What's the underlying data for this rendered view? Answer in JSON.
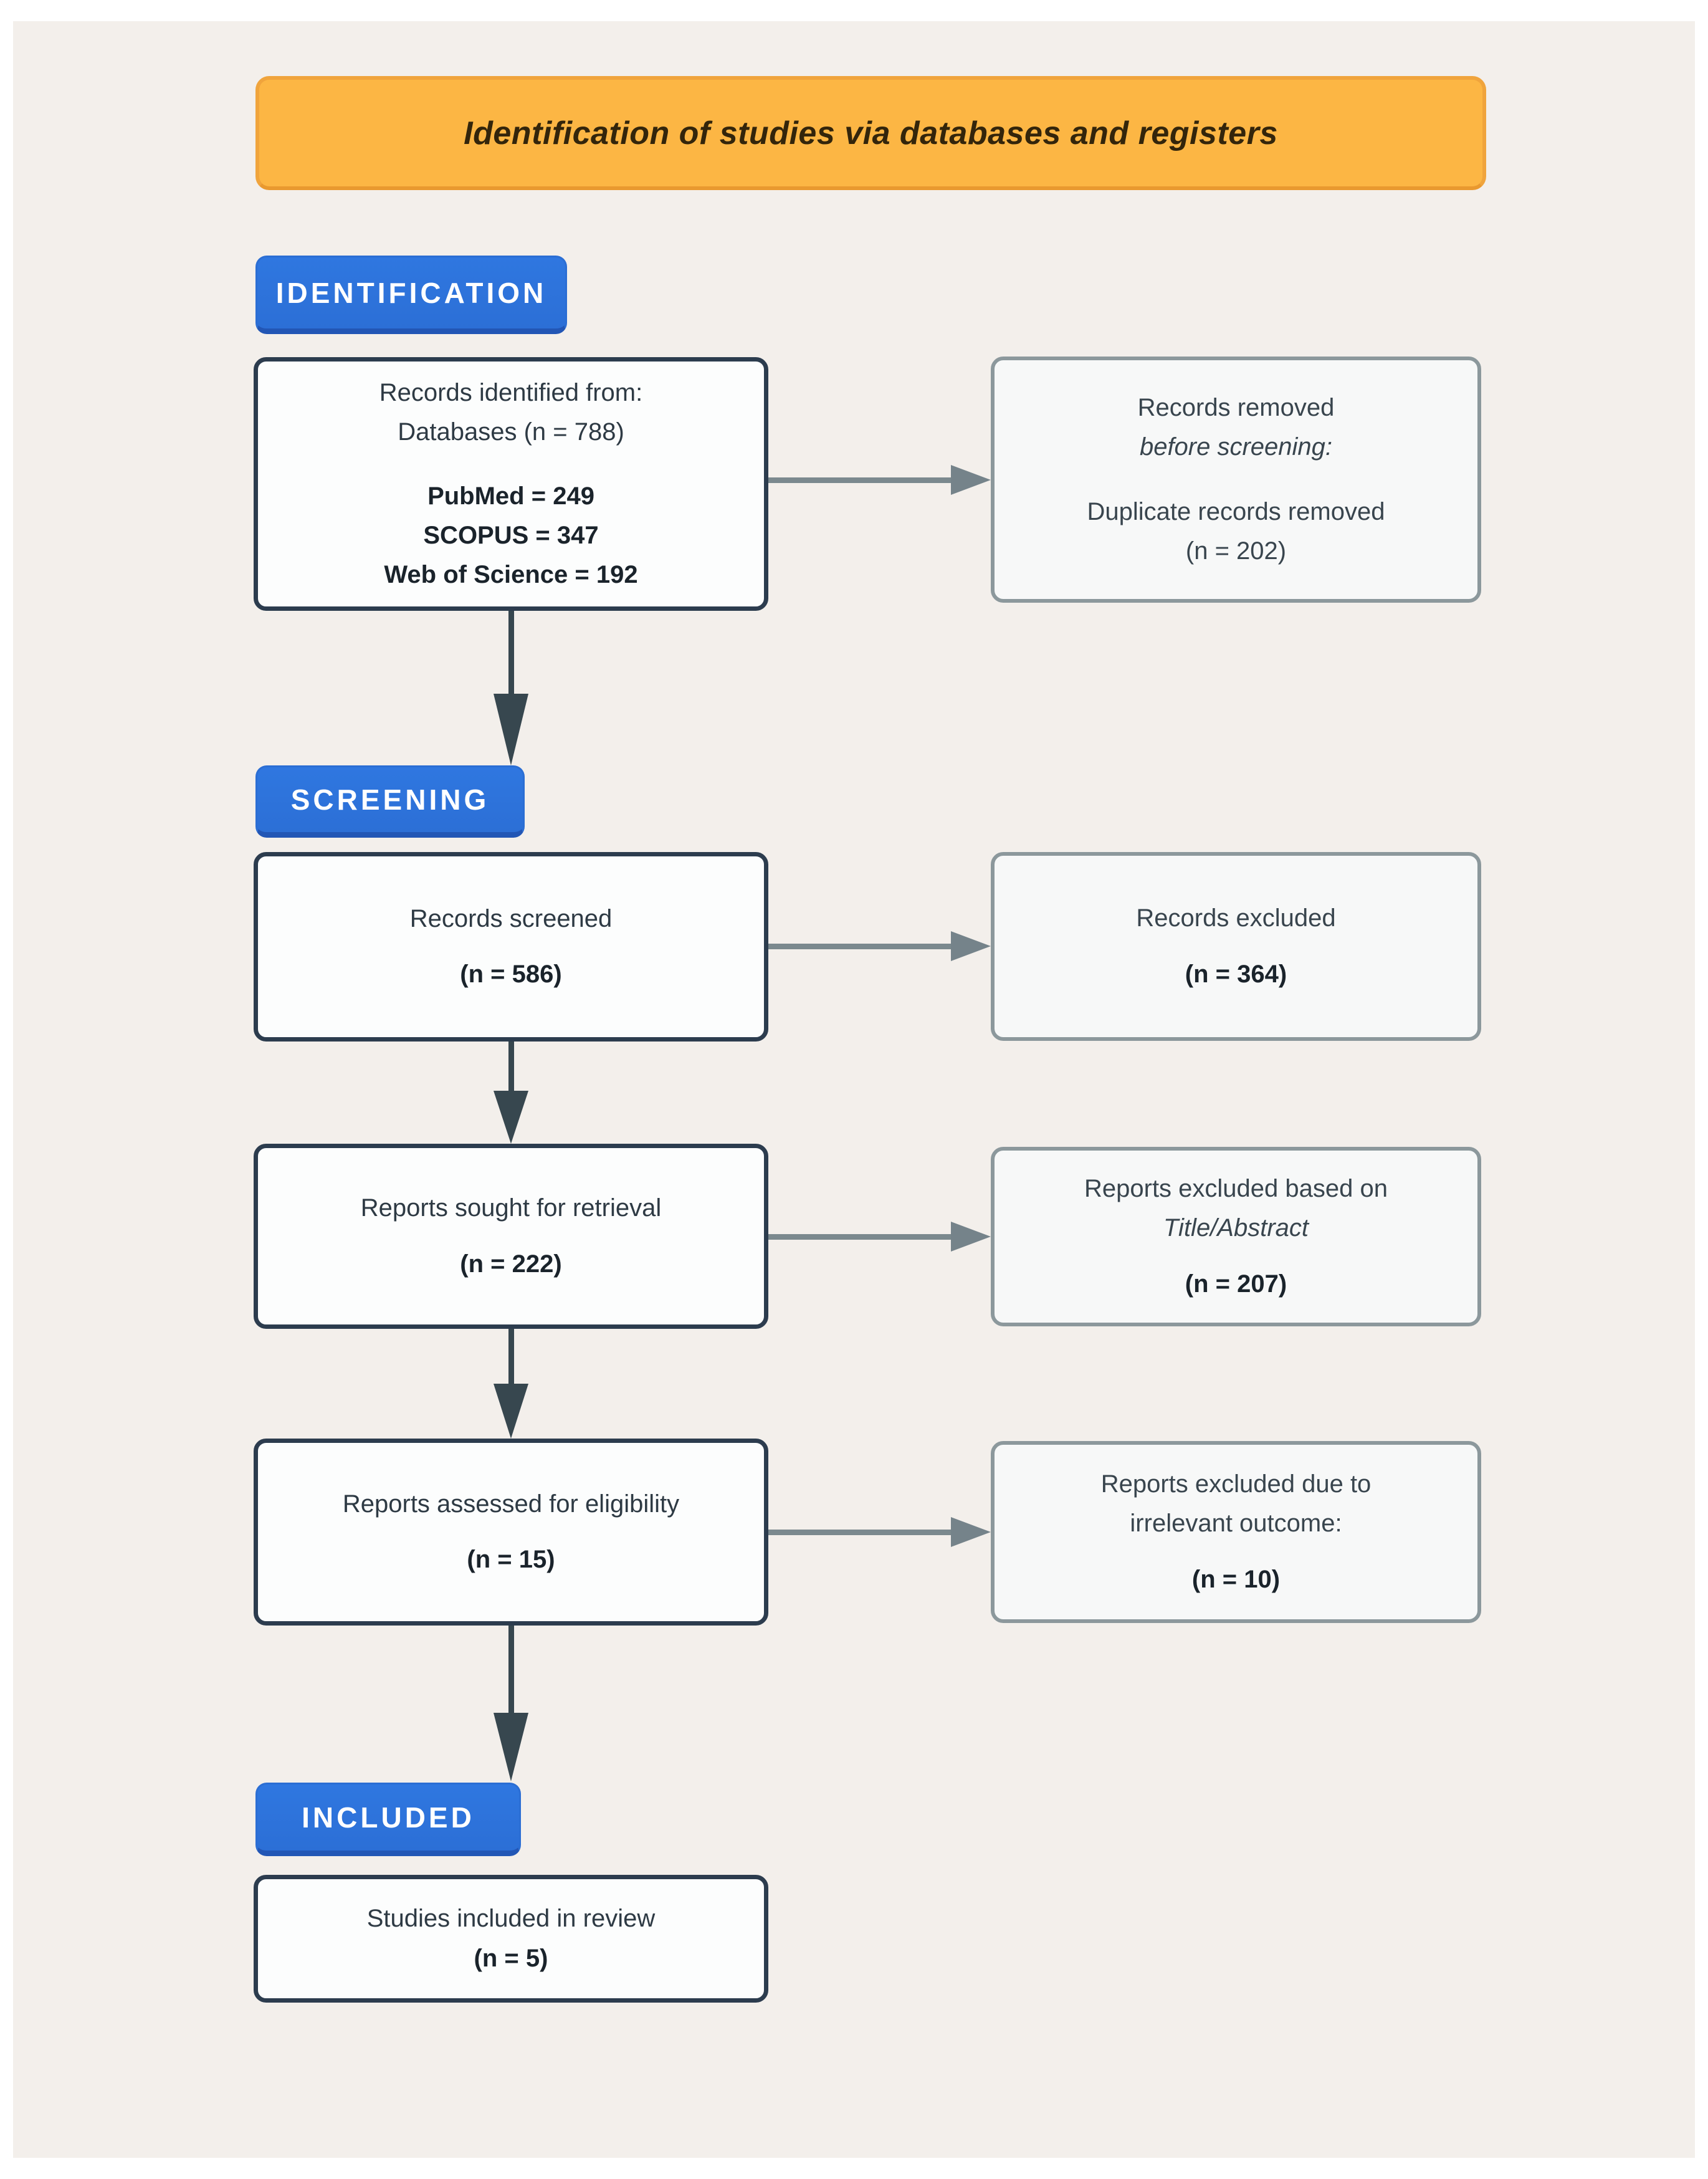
{
  "banner": {
    "title": "Identification of studies via databases and registers"
  },
  "stages": {
    "identification": "IDENTIFICATION",
    "screening": "SCREENING",
    "included": "INCLUDED"
  },
  "boxes": {
    "identified": {
      "line1": "Records identified from:",
      "line2": "Databases (n = 788)",
      "sources": [
        "PubMed = 249",
        "SCOPUS = 347",
        "Web of Science = 192"
      ]
    },
    "removed_before_screening": {
      "line1": "Records removed",
      "line2": "before screening:",
      "line3": "Duplicate records removed",
      "count": "(n = 202)"
    },
    "screened": {
      "label": "Records screened",
      "count": "(n = 586)"
    },
    "records_excluded": {
      "label": "Records excluded",
      "count": "(n = 364)"
    },
    "sought": {
      "label": "Reports sought for retrieval",
      "count": "(n = 222)"
    },
    "excluded_title_abstract": {
      "line1": "Reports excluded based on",
      "line2": "Title/Abstract",
      "count": "(n = 207)"
    },
    "assessed": {
      "label": "Reports assessed for eligibility",
      "count": "(n = 15)"
    },
    "excluded_irrelevant_outcome": {
      "line1": "Reports excluded due to",
      "line2": "irrelevant outcome:",
      "count": "(n = 10)"
    },
    "included_in_review": {
      "label": "Studies included in review",
      "count": "(n = 5)"
    }
  },
  "colors": {
    "page_margin": "#FFFFFF",
    "canvas_background": "#F3EFEB",
    "banner_fill": "#FCB644",
    "banner_border": "#F0A43C",
    "banner_text": "#33250B",
    "stage_badge_fill": "#2E74DC",
    "stage_badge_shadow": "#2256B5",
    "stage_badge_text": "#FFFFFF",
    "primary_box_border": "#2C3C4E",
    "secondary_box_border": "#8C989C",
    "primary_arrow": "#37474F",
    "secondary_arrow": "#7B898E",
    "box_text": "#2E3A44"
  }
}
